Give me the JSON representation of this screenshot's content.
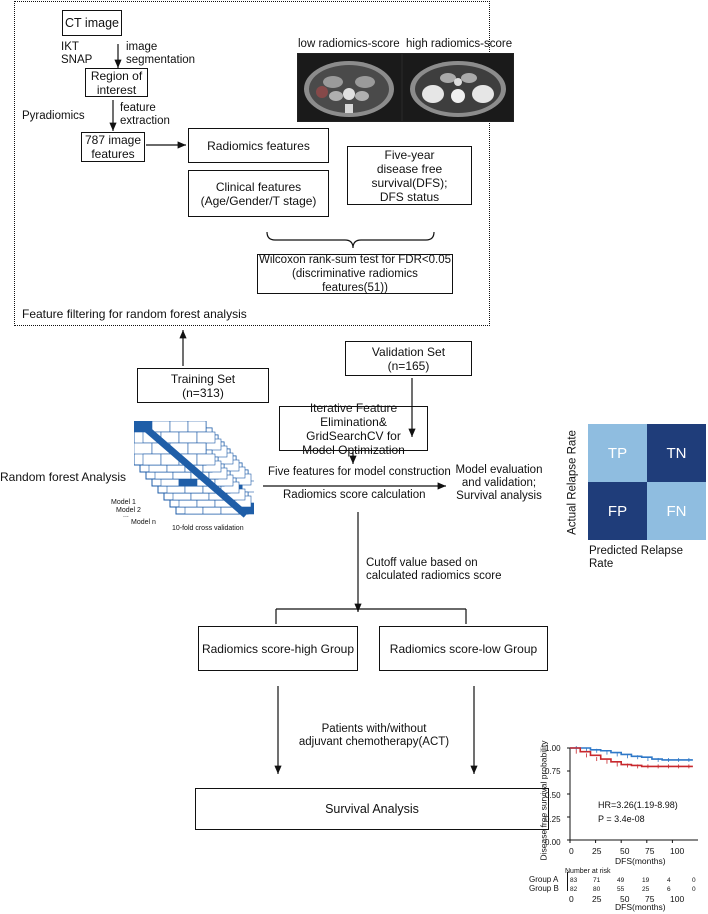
{
  "top": {
    "ct_image": "CT image",
    "seg_tools": "IKT\nSNAP",
    "seg_label": "image\nsegmentation",
    "roi": "Region of\ninterest",
    "pyradiomics": "Pyradiomics",
    "extraction_label": "feature\nextraction",
    "image_features": "787 image\nfeatures",
    "radiomics_features": "Radiomics features",
    "clinical_features": "Clinical features\n(Age/Gender/T stage)",
    "dfs": "Five-year\ndisease free survival(DFS);\nDFS status",
    "wilcoxon": "Wilcoxon rank-sum test for FDR<0.05\n(discriminative radiomics features(51))",
    "low_score": "low radiomics-score",
    "high_score": "high radiomics-score",
    "filtering": "Feature filtering for random forest analysis"
  },
  "middle": {
    "training_set": "Training Set\n(n=313)",
    "validation_set": "Validation Set\n(n=165)",
    "random_forest": "Random forest Analysis",
    "model1": "Model 1",
    "model2": "Model 2",
    "ellipsis": "...",
    "modeln": "Model n",
    "cv": "10-fold cross validation",
    "feature_elimination": "Iterative Feature Elimination&\nGridSearchCV for\nModel Optimization",
    "five_features": "Five features for model construction",
    "score_calc": "Radiomics score calculation",
    "model_eval": "Model evaluation\nand validation;\nSurvival analysis",
    "cutoff": "Cutoff value based on\ncalculated radiomics score"
  },
  "matrix": {
    "y_label": "Actual Relapse Rate",
    "x_label": "Predicted Relapse Rate",
    "cells": [
      "TP",
      "TN",
      "FP",
      "FN"
    ]
  },
  "bottom": {
    "high_group": "Radiomics score-high Group",
    "low_group": "Radiomics score-low Group",
    "patients": "Patients with/without\nadjuvant chemotherapy(ACT)",
    "survival_analysis": "Survival Analysis"
  },
  "km": {
    "ylabel": "Disease free survival probability",
    "xlabel": "DFS(months)",
    "xlabel_bottom": "DFS(months)",
    "hr": "HR=3.26(1.19-8.98)",
    "p": "P = 3.4e-08",
    "yticks": [
      "1.00",
      "0.75",
      "0.50",
      "0.25",
      "0.00"
    ],
    "xticks": [
      "0",
      "25",
      "50",
      "75",
      "100"
    ],
    "number_at_risk": "Number at risk",
    "groups": [
      {
        "name": "Group A",
        "counts": [
          "83",
          "71",
          "49",
          "19",
          "4",
          "0"
        ]
      },
      {
        "name": "Group B",
        "counts": [
          "82",
          "80",
          "55",
          "25",
          "6",
          "0"
        ]
      }
    ]
  },
  "chart_data": {
    "type": "line",
    "xlabel": "DFS(months)",
    "ylabel": "Disease free survival probability",
    "xlim": [
      0,
      125
    ],
    "ylim": [
      0,
      1
    ],
    "series": [
      {
        "color": "#2e78c8",
        "x": [
          0,
          10,
          20,
          30,
          40,
          50,
          60,
          70,
          80,
          90,
          100,
          110,
          120
        ],
        "y": [
          1.0,
          1.0,
          0.98,
          0.97,
          0.95,
          0.93,
          0.91,
          0.9,
          0.88,
          0.87,
          0.87,
          0.87,
          0.87
        ]
      },
      {
        "color": "#c8282d",
        "x": [
          0,
          10,
          20,
          30,
          40,
          50,
          60,
          70,
          80,
          90,
          100,
          110,
          120
        ],
        "y": [
          1.0,
          0.96,
          0.92,
          0.88,
          0.85,
          0.82,
          0.81,
          0.8,
          0.8,
          0.8,
          0.8,
          0.8,
          0.8
        ]
      }
    ]
  },
  "colors": {
    "dark_blue": "#1f3d7a",
    "light_blue": "#8fbde0",
    "grid_blue": "#1f5ea8"
  }
}
